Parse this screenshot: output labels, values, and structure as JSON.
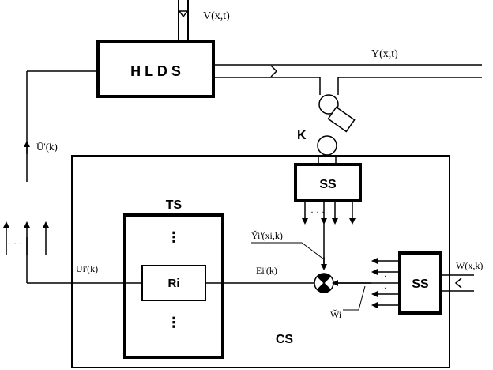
{
  "labels": {
    "v_input": "V(x,t)",
    "hlds": "H L D S",
    "y_output": "Y(x,t)",
    "u_control": "Ū'(k)",
    "k_connector": "K",
    "ss_top": "SS",
    "ts": "TS",
    "y_estimate": "Y̆i'(xi,k)",
    "ui_control": "Ui'(k)",
    "ri": "Ri",
    "ei_error": "Ei'(k)",
    "w_input": "W(x,k)",
    "ss_right": "SS",
    "wi": "W̆i",
    "cs": "CS",
    "dots_left": "· · ·",
    "dots_ss": "· · ·",
    "dots_ts_top": "⋮",
    "dots_ts_bottom": "⋮"
  },
  "colors": {
    "line": "#000000",
    "background": "#ffffff"
  }
}
